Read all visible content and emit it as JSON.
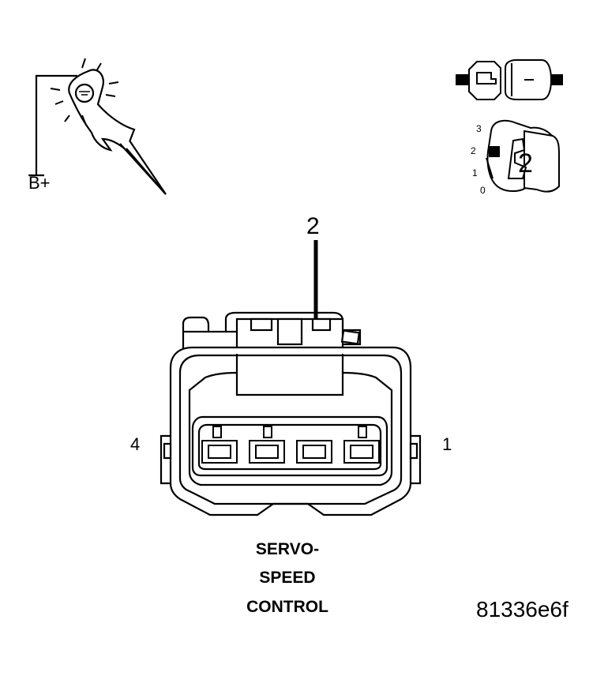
{
  "probe": {
    "label": "B+"
  },
  "ignition": {
    "positions": [
      "3",
      "2",
      "1",
      "0"
    ],
    "key_position": "2"
  },
  "callout": {
    "number": "2"
  },
  "connector": {
    "pin_left": "4",
    "pin_right": "1",
    "title_lines": [
      "SERVO-",
      "SPEED",
      "CONTROL"
    ]
  },
  "figure_id": "81336e6f"
}
